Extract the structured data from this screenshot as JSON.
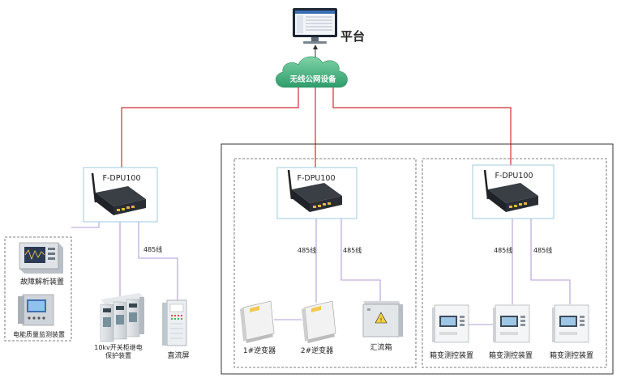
{
  "platform": {
    "label": "平台"
  },
  "network": {
    "label": "无线公网设备"
  },
  "gateways": [
    {
      "model": "F-DPU100"
    },
    {
      "model": "F-DPU100"
    },
    {
      "model": "F-DPU100"
    }
  ],
  "bus_label": "485线",
  "devices": {
    "fault_analyzer": "故障解析装置",
    "power_quality": "电能质量监测装置",
    "switchgear": "10kv开关柜继电\n保护装置",
    "dc_panel": "直流屏",
    "inverter_1": "1#逆变器",
    "inverter_2": "2#逆变器",
    "combiner_box": "汇流箱",
    "box_controller_1": "箱变测控装置",
    "box_controller_2": "箱变测控装置",
    "box_controller_3": "箱变测控装置"
  },
  "colors": {
    "uplink": "#d32f2f",
    "bus": "#b39ddb",
    "gateway_border": "#9ecbe0",
    "cloud": "#4caf8a",
    "frame": "#333333"
  }
}
